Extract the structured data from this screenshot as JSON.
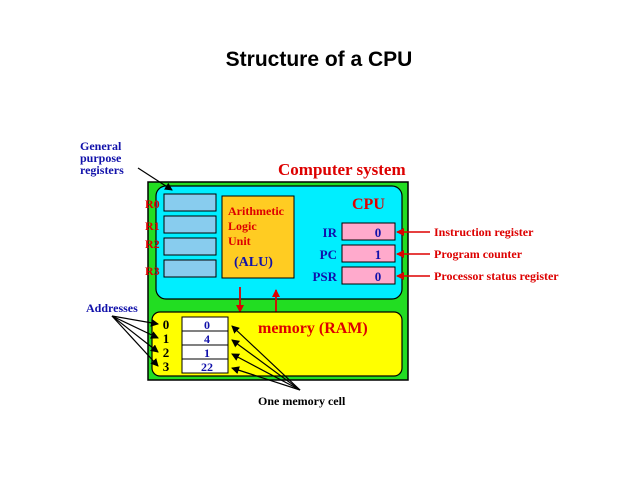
{
  "slide": {
    "title": "Structure of a CPU"
  },
  "diagram": {
    "labels": {
      "general_purpose": [
        "General",
        "purpose",
        "registers"
      ],
      "computer_system": "Computer system",
      "cpu": "CPU",
      "alu": [
        "Arithmetic",
        "Logic",
        "Unit",
        "(ALU)"
      ],
      "memory": "memory (RAM)",
      "addresses": "Addresses",
      "one_memory_cell": "One memory cell"
    },
    "registers": [
      "R0",
      "R1",
      "R2",
      "R3"
    ],
    "special_registers": [
      {
        "name": "IR",
        "value": "0",
        "description": "Instruction register"
      },
      {
        "name": "PC",
        "value": "1",
        "description": "Program counter"
      },
      {
        "name": "PSR",
        "value": "0",
        "description": "Processor status register"
      }
    ],
    "memory_cells": [
      {
        "address": "0",
        "value": "0"
      },
      {
        "address": "1",
        "value": "4"
      },
      {
        "address": "2",
        "value": "1"
      },
      {
        "address": "3",
        "value": "22"
      }
    ],
    "colors": {
      "system_bg": "#22dd22",
      "cpu_bg": "#00eeff",
      "alu_bg": "#ffcc22",
      "memory_bg": "#ffff00",
      "register_fill": "#88ccee",
      "special_register_fill": "#ffaacc",
      "label_red": "#dd0000",
      "label_blue": "#1111aa"
    }
  }
}
